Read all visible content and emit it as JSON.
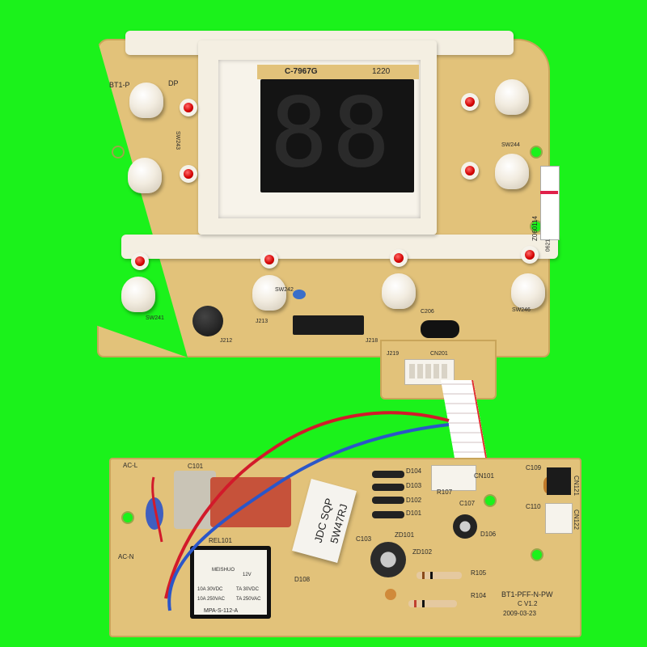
{
  "display": {
    "model": "C-7967G",
    "code": "1220",
    "digits": "88"
  },
  "upper_board": {
    "label": "BT1-P",
    "label_suffix": "DP",
    "sticker": "Z060114",
    "sticker_2": "0621"
  },
  "lower_board": {
    "label": "BT1-PFF-N-PW",
    "version": "C  V1.2",
    "date": "2009-03-23",
    "silk": {
      "acl": "AC-L",
      "acn": "AC-N",
      "c101": "C101",
      "rel101": "REL101",
      "c103": "C103",
      "zd101": "ZD101",
      "zd102": "ZD102",
      "r105": "R105",
      "r104": "R104",
      "d108": "D108",
      "c109": "C109",
      "c110": "C110",
      "cn121": "CN121",
      "cn122": "CN122",
      "cn101": "CN101",
      "d104": "D104",
      "d103": "D103",
      "d102": "D102",
      "d101": "D101",
      "r107": "R107",
      "c107": "C107",
      "d106": "D106"
    }
  },
  "resistor": {
    "line1": "JDC SQP",
    "line2": "5W47RJ"
  },
  "relay": {
    "brand": "MEISHUO",
    "coil": "12V",
    "r1": "10A 30VDC",
    "r1b": "TA 30VDC",
    "r2": "10A 250VAC",
    "r2b": "TA 250VAC",
    "model": "MPA-S-112-A"
  },
  "upper_silk": {
    "sw243": "SW243",
    "sw244": "SW244",
    "sw241": "SW241",
    "sw242": "SW242",
    "sw246": "SW246",
    "j212": "J212",
    "j213": "J213",
    "j218": "J218",
    "j219": "J219",
    "c206": "C206",
    "cn201": "CN201"
  }
}
